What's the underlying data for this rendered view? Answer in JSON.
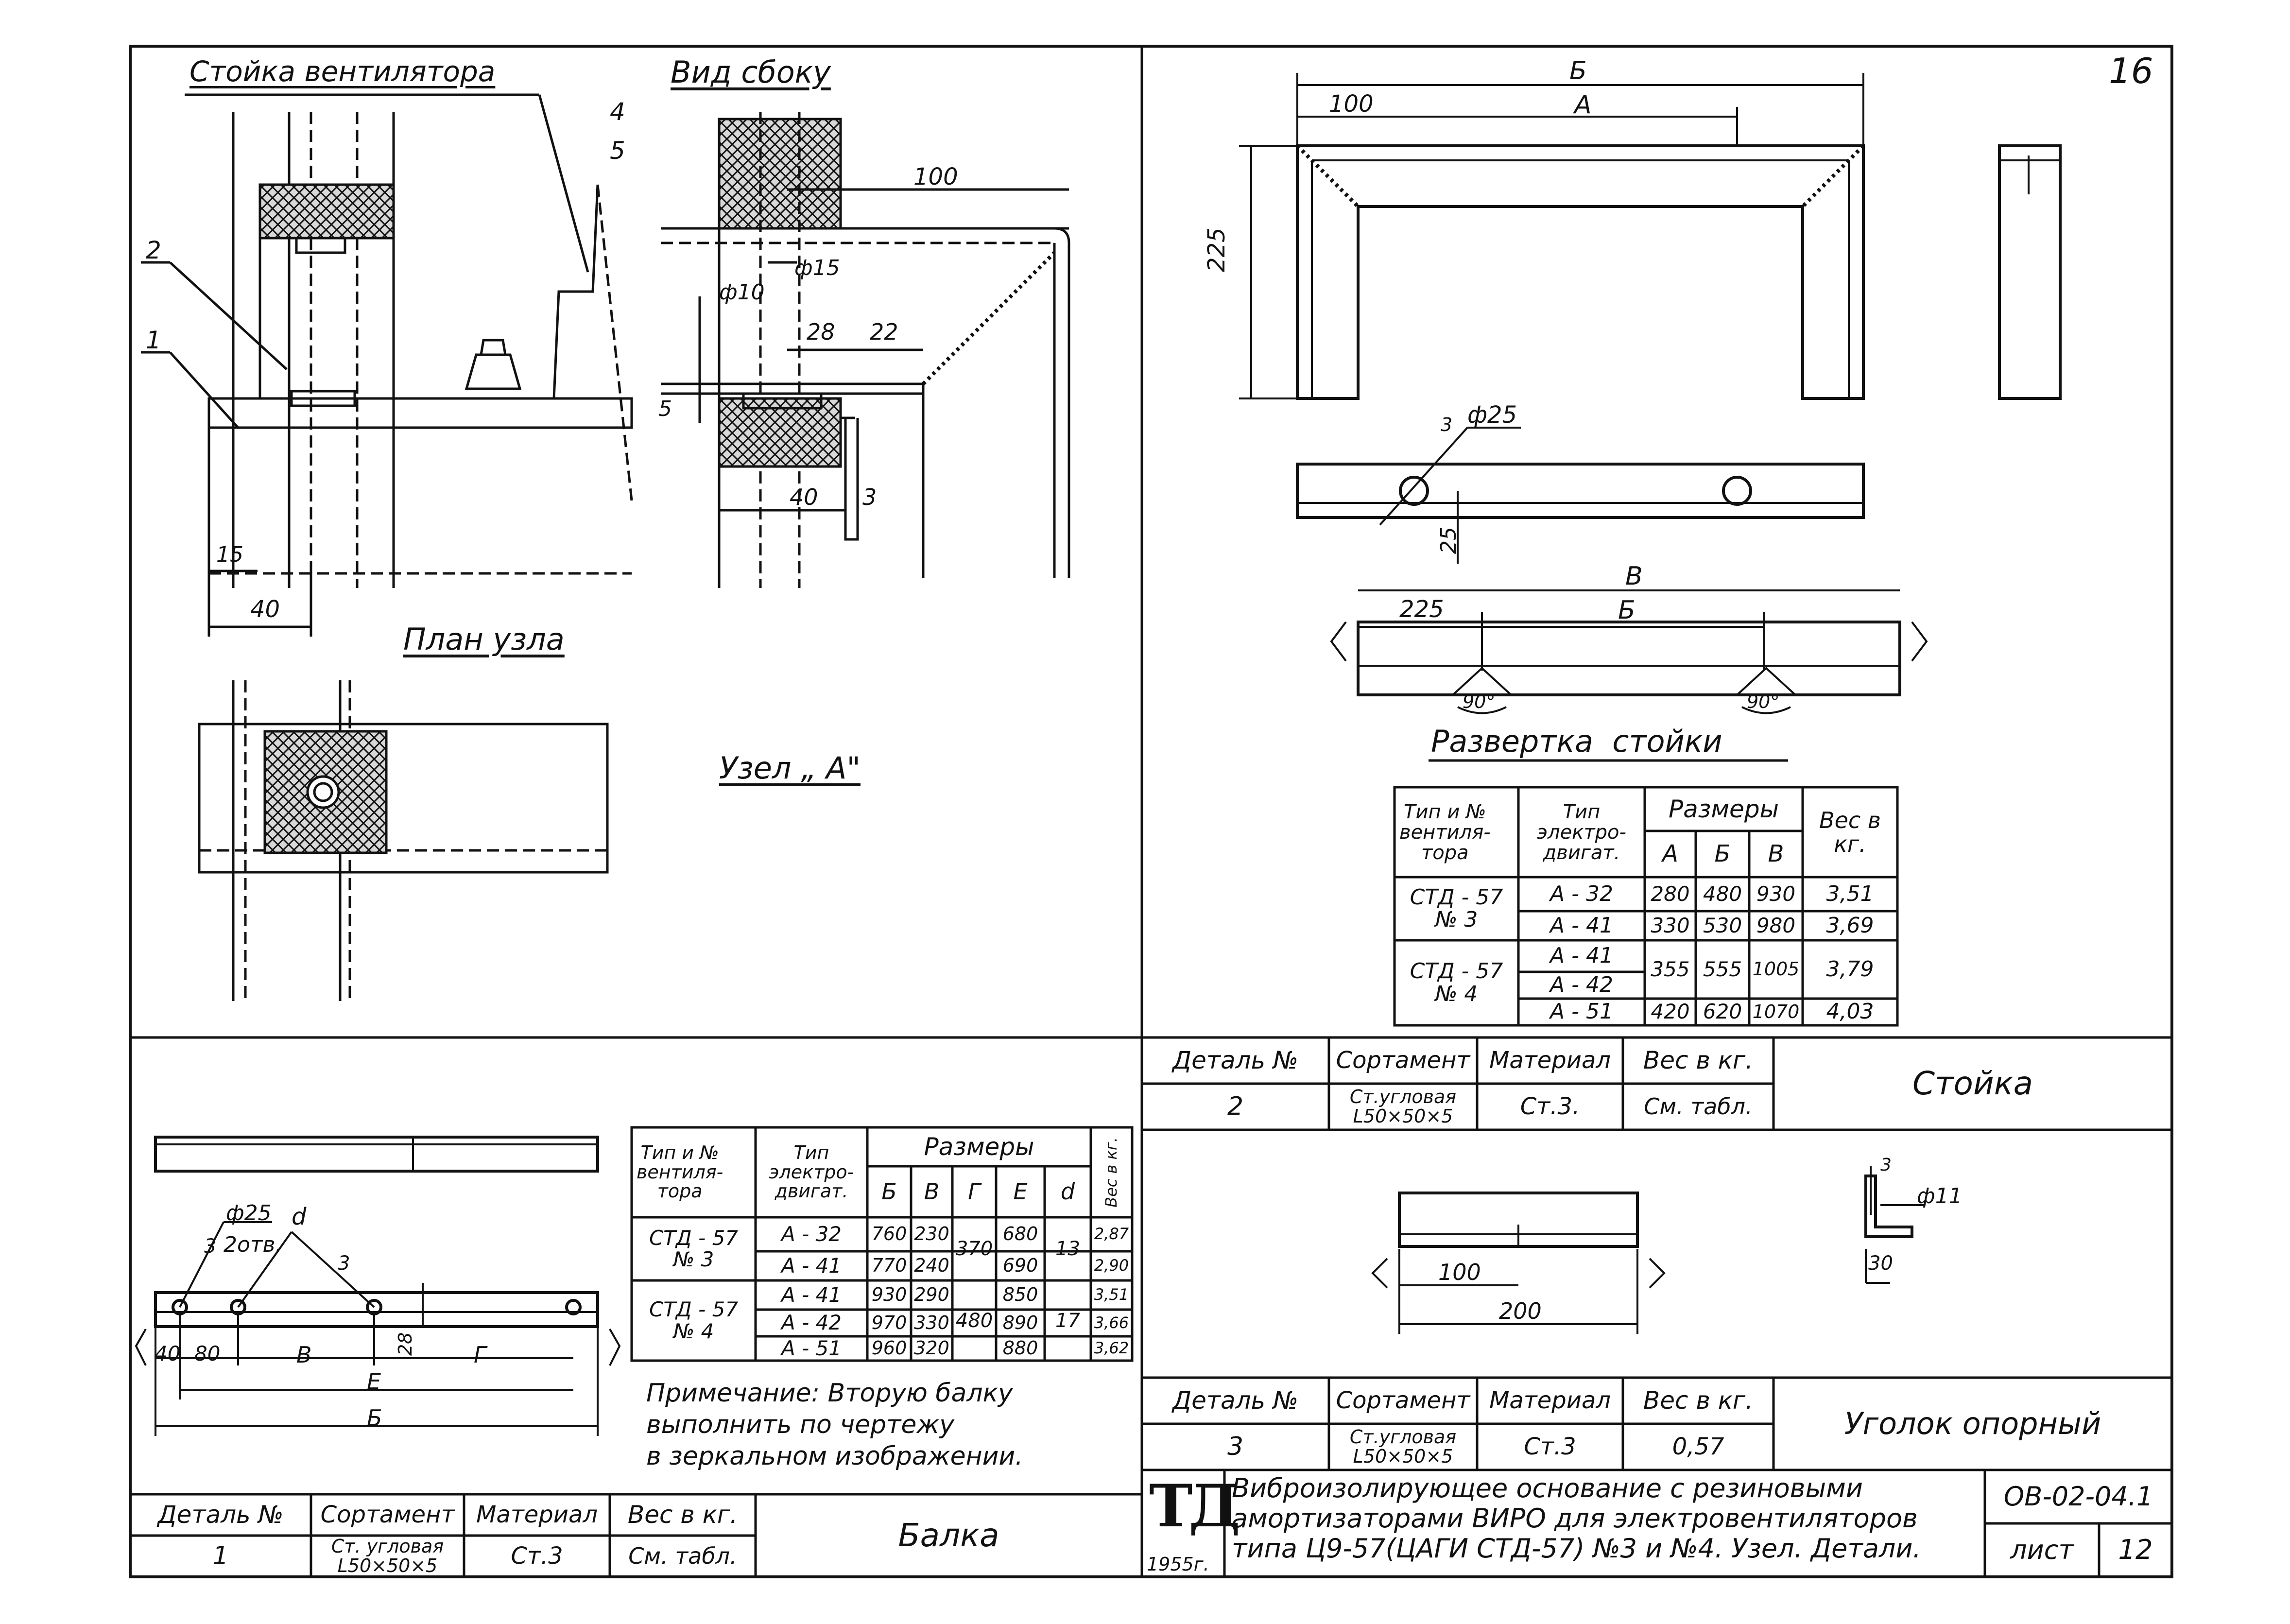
{
  "sheet": {
    "corner_number": "16"
  },
  "node_view": {
    "title_stand": "Стойка вентилятора",
    "title_side": "Вид сбоку",
    "title_plan": "План узла",
    "title_node": "Узел „ А\"",
    "callouts": [
      "4",
      "5",
      "2",
      "1"
    ],
    "dims": [
      "100",
      "ф15",
      "ф10",
      "28",
      "22",
      "5",
      "40",
      "3",
      "15",
      "40"
    ]
  },
  "stand_detail": {
    "dims": [
      "Б",
      "100",
      "А",
      "225",
      "ф25",
      "25",
      "В",
      "225",
      "Б",
      "90°",
      "90°"
    ],
    "weld": "3",
    "unfold_title": "Развертка  стойки",
    "table": {
      "headers": {
        "type_fan": "Тип и №\nвентиля-\nтора",
        "type_motor": "Тип\nэлектро-\nдвигат.",
        "sizes": "Размеры",
        "weight": "Вес в\nкг.",
        "col_a": "А",
        "col_b": "Б",
        "col_v": "В"
      },
      "groups": [
        {
          "fan": "СТД - 57\n№ 3",
          "rows": [
            {
              "motor": "А - 32",
              "a": "280",
              "b": "480",
              "v": "930",
              "w": "3,51"
            },
            {
              "motor": "А - 41",
              "a": "330",
              "b": "530",
              "v": "980",
              "w": "3,69"
            }
          ]
        },
        {
          "fan": "СТД - 57\n№ 4",
          "rows": [
            {
              "motor": "А - 41",
              "a": "355",
              "b": "555",
              "v": "1005",
              "w": "3,79"
            },
            {
              "motor": "А - 42",
              "a": "",
              "b": "",
              "v": "",
              "w": ""
            },
            {
              "motor": "А - 51",
              "a": "420",
              "b": "620",
              "v": "1070",
              "w": "4,03"
            }
          ]
        }
      ]
    },
    "spec": {
      "h_detail": "Деталь №",
      "h_sort": "Сортамент",
      "h_mat": "Материал",
      "h_weight": "Вес в кг.",
      "detail": "2",
      "sort": "Ст.угловая\nL50×50×5",
      "mat": "Ст.3.",
      "weight": "См. табл.",
      "name": "Стойка"
    }
  },
  "angle_detail": {
    "dims": [
      "100",
      "200",
      "ф11",
      "30"
    ],
    "weld": "3",
    "spec": {
      "h_detail": "Деталь №",
      "h_sort": "Сортамент",
      "h_mat": "Материал",
      "h_weight": "Вес в кг.",
      "detail": "3",
      "sort": "Ст.угловая\nL50×50×5",
      "mat": "Ст.3",
      "weight": "0,57",
      "name": "Уголок опорный"
    }
  },
  "beam_detail": {
    "dims": [
      "ф25",
      "d",
      "2отв.",
      "3",
      "3",
      "40",
      "80",
      "В",
      "28",
      "Г",
      "Е",
      "Б"
    ],
    "table": {
      "headers": {
        "type_fan": "Тип и №\nвентиля-\nтора",
        "type_motor": "Тип\nэлектро-\nдвигат.",
        "sizes": "Размеры",
        "weight": "Вес в кг.",
        "col_b": "Б",
        "col_v": "В",
        "col_g": "Г",
        "col_e": "Е",
        "col_d": "d"
      },
      "groups": [
        {
          "fan": "СТД - 57\n№ 3",
          "g": "370",
          "d": "13",
          "rows": [
            {
              "motor": "А - 32",
              "b": "760",
              "v": "230",
              "e": "680",
              "w": "2,87"
            },
            {
              "motor": "А - 41",
              "b": "770",
              "v": "240",
              "e": "690",
              "w": "2,90"
            }
          ]
        },
        {
          "fan": "СТД - 57\n№ 4",
          "g": "480",
          "d": "17",
          "rows": [
            {
              "motor": "А - 41",
              "b": "930",
              "v": "290",
              "e": "850",
              "w": "3,51"
            },
            {
              "motor": "А - 42",
              "b": "970",
              "v": "330",
              "e": "890",
              "w": "3,66"
            },
            {
              "motor": "А - 51",
              "b": "960",
              "v": "320",
              "e": "880",
              "w": "3,62"
            }
          ]
        }
      ]
    },
    "note": "Примечание: Вторую балку\nвыполнить по чертежу\nв зеркальном изображении.",
    "spec": {
      "h_detail": "Деталь №",
      "h_sort": "Сортамент",
      "h_mat": "Материал",
      "h_weight": "Вес в кг.",
      "detail": "1",
      "sort": "Ст. угловая\nL50×50×5",
      "mat": "Ст.3",
      "weight": "См. табл.",
      "name": "Балка"
    }
  },
  "title_block": {
    "logo": "ТД",
    "year": "1955г.",
    "description": "Виброизолирующее основание с резиновыми\nамортизаторами ВИРО для электровентиляторов\nтипа Ц9-57(ЦАГИ СТД-57) №3 и №4. Узел. Детали.",
    "code": "ОВ-02-04.1",
    "sheet_label": "лист",
    "sheet_number": "12"
  }
}
